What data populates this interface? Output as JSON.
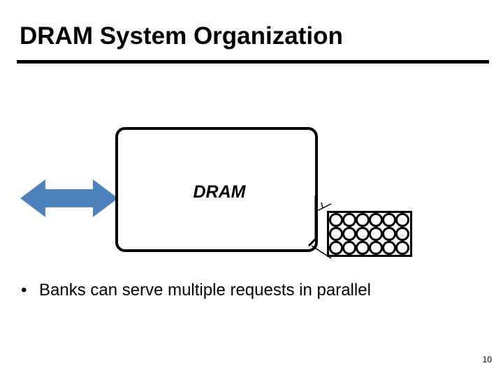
{
  "slide": {
    "title": "DRAM System Organization",
    "page_number": "10",
    "background_color": "#ffffff"
  },
  "diagram": {
    "dram_box": {
      "label": "DRAM",
      "border_color": "#000000",
      "fill_color": "#ffffff"
    },
    "bus_arrow": {
      "icon": "double-headed-arrow-icon",
      "color": "#4F81BD",
      "direction": "bidirectional"
    },
    "banks_grid": {
      "icon": "banks-grid-icon",
      "columns": 6,
      "rows": 3,
      "cell_count": 18,
      "border_color": "#000000"
    },
    "callout": {
      "icon": "callout-connector-icon",
      "color": "#000000"
    }
  },
  "bullets": [
    {
      "marker": "•",
      "text": "Banks can serve multiple requests in parallel"
    }
  ]
}
